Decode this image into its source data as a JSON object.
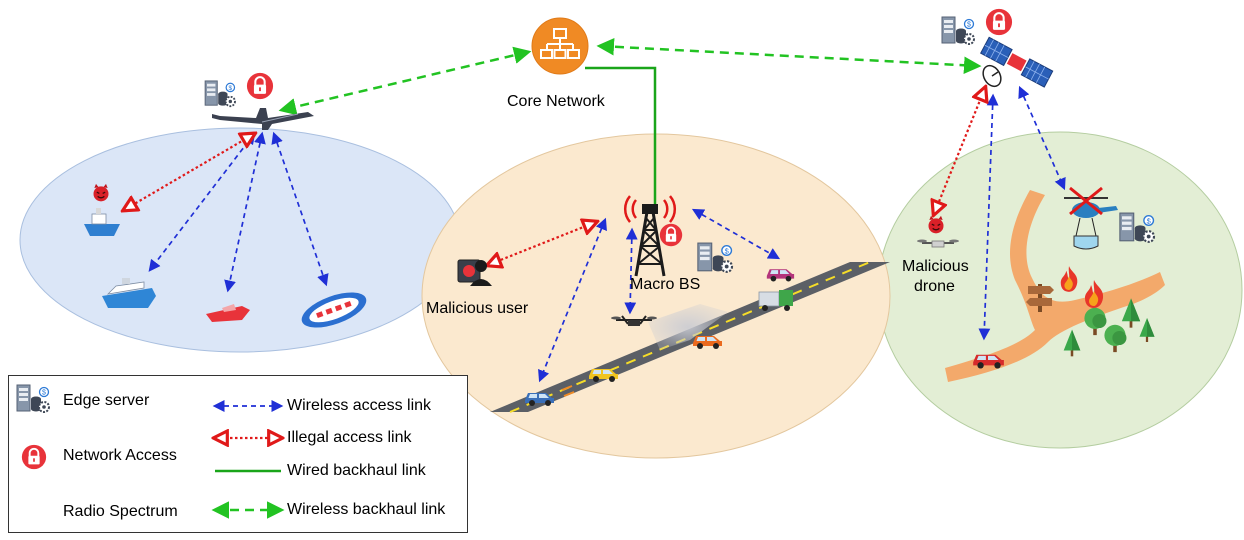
{
  "labels": {
    "core_network": "Core Network",
    "macro_bs": "Macro BS",
    "malicious_user": "Malicious user",
    "malicious_drone_line1": "Malicious",
    "malicious_drone_line2": "drone"
  },
  "legend": {
    "edge_server": "Edge server",
    "network_access": "Network Access",
    "radio_spectrum": "Radio Spectrum",
    "wireless_access_link": "Wireless access link",
    "illegal_access_link": "Illegal access link",
    "wired_backhaul_link": "Wired backhaul link",
    "wireless_backhaul_link": "Wireless backhaul link"
  },
  "colors": {
    "wireless_access": "#1f2fd6",
    "illegal_access": "#e01919",
    "wired_backhaul": "#1aa51a",
    "wireless_backhaul": "#22c322",
    "core_node": "#f08a24",
    "lock": "#e8333a",
    "sea_zone": "#dbe6f7",
    "urban_zone": "#fbe9cf",
    "forest_zone": "#e3eed5",
    "road": "#5b5f66",
    "dirt_road": "#f3a96b",
    "spectrum_start": "#4b2bd1",
    "spectrum_end": "#d62bd1"
  },
  "icons": [
    "edge-server-icon",
    "lock-icon",
    "radio-spectrum-icon",
    "satellite-icon",
    "uav-icon",
    "macro-bs-tower-icon",
    "core-network-icon",
    "malicious-user-icon",
    "malicious-drone-icon",
    "devil-icon",
    "helicopter-icon",
    "ship-icon",
    "boat-icon",
    "cruise-ship-icon",
    "van-icon",
    "car-icon",
    "truck-icon",
    "tree-icon",
    "fire-icon",
    "signpost-icon"
  ]
}
